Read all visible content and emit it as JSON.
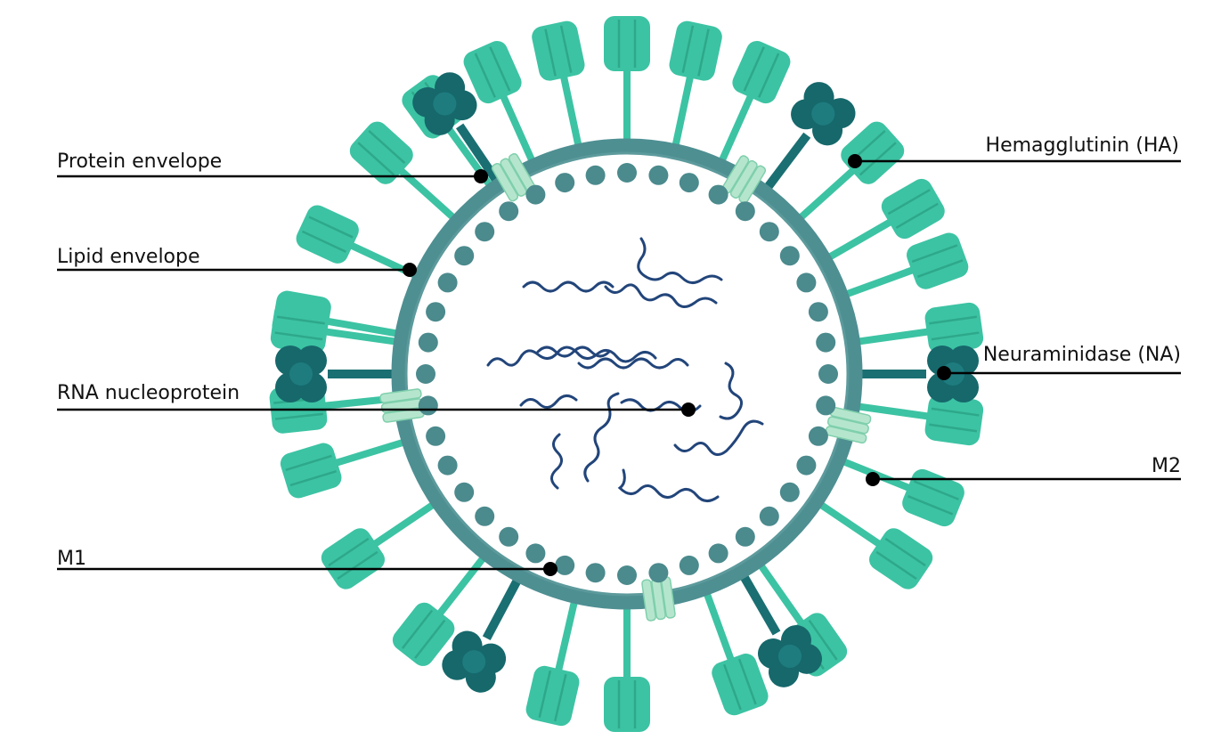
{
  "labels": {
    "protein_envelope": "Protein envelope",
    "lipid_envelope": "Lipid envelope",
    "rna_nucleoprotein": "RNA nucleoprotein",
    "m1": "M1",
    "hemagglutinin": "Hemagglutinin (HA)",
    "neuraminidase": "Neuraminidase (NA)",
    "m2": "M2"
  },
  "colors": {
    "membrane": "#4e8f92",
    "membrane_inner": "#5c9a9c",
    "m1_bead": "#4b8a8d",
    "ha_body": "#3cc3a3",
    "ha_dark": "#2ea88a",
    "na_head": "#16686b",
    "na_stem": "#1a6f72",
    "m2_channel": "#b5e6cd",
    "m2_edge": "#7fcfac",
    "rna": "#22457a",
    "leader": "#000000"
  },
  "icons": {
    "hemagglutinin": "hemagglutinin-spike-icon",
    "neuraminidase": "neuraminidase-spike-icon",
    "m2": "m2-ion-channel-icon",
    "m1": "m1-matrix-protein-icon",
    "rna": "rna-strand-icon"
  }
}
